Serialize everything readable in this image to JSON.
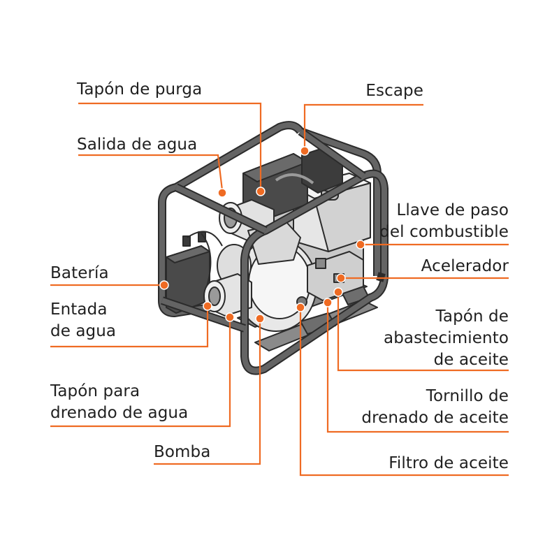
{
  "colors": {
    "leader": "#ef6b23",
    "dot": "#ef6b23",
    "frame": "#5c5c5c",
    "outline": "#2b2b2b",
    "body_light": "#f1f1f1",
    "body_mid": "#d7d7d7",
    "body_dark": "#9a9a9a",
    "text": "#1f1f1f"
  },
  "labels": {
    "tapon_purga": "Tapón de purga",
    "escape": "Escape",
    "salida_agua": "Salida de agua",
    "llave_paso": [
      "Llave de paso",
      "del combustible"
    ],
    "acelerador": "Acelerador",
    "bateria": "Batería",
    "entrada_agua": [
      "Entada",
      "de agua"
    ],
    "tapon_abastecimiento": [
      "Tapón de",
      "abastecimiento",
      "de aceite"
    ],
    "tapon_drenado_agua": [
      "Tapón para",
      "drenado de agua"
    ],
    "tornillo_drenado": [
      "Tornillo de",
      "drenado de aceite"
    ],
    "bomba": "Bomba",
    "filtro_aceite": "Filtro de aceite"
  }
}
